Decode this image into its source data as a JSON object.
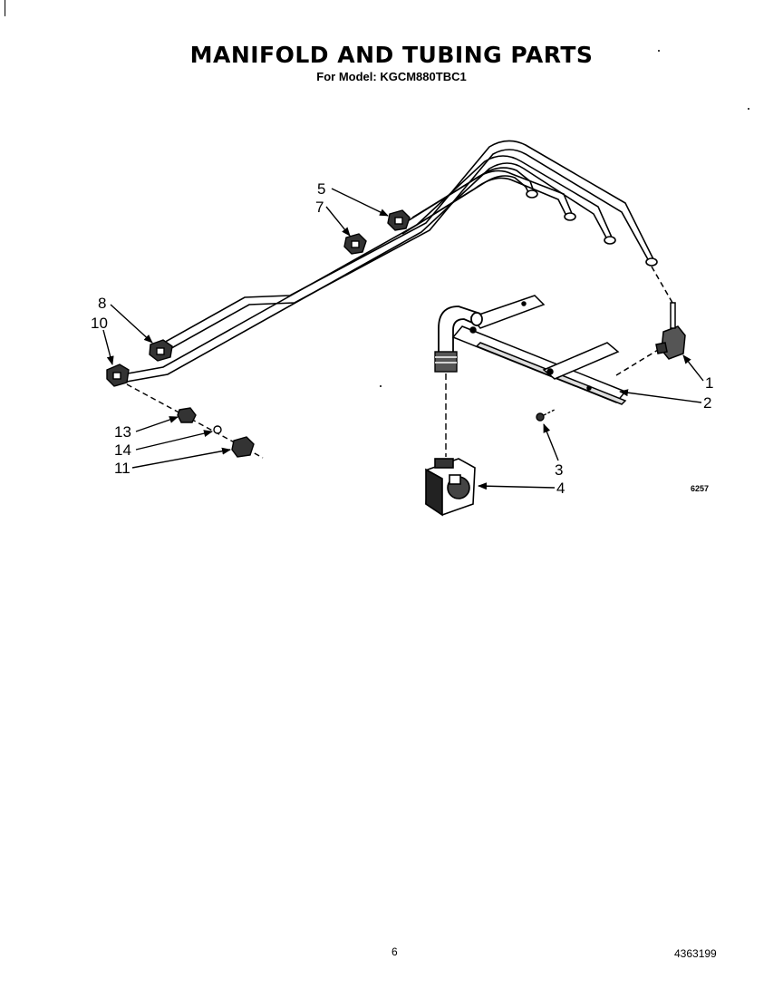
{
  "page": {
    "title": "MANIFOLD AND TUBING PARTS",
    "subtitle": "For Model: KGCM880TBC1",
    "diagram_code": "6257",
    "page_number": "6",
    "document_number": "4363199"
  },
  "callouts": [
    {
      "id": "c5",
      "label": "5"
    },
    {
      "id": "c7",
      "label": "7"
    },
    {
      "id": "c8",
      "label": "8"
    },
    {
      "id": "c10",
      "label": "10"
    },
    {
      "id": "c13",
      "label": "13"
    },
    {
      "id": "c14",
      "label": "14"
    },
    {
      "id": "c11",
      "label": "11"
    },
    {
      "id": "c1",
      "label": "1"
    },
    {
      "id": "c2",
      "label": "2"
    },
    {
      "id": "c3",
      "label": "3"
    },
    {
      "id": "c4",
      "label": "4"
    }
  ]
}
